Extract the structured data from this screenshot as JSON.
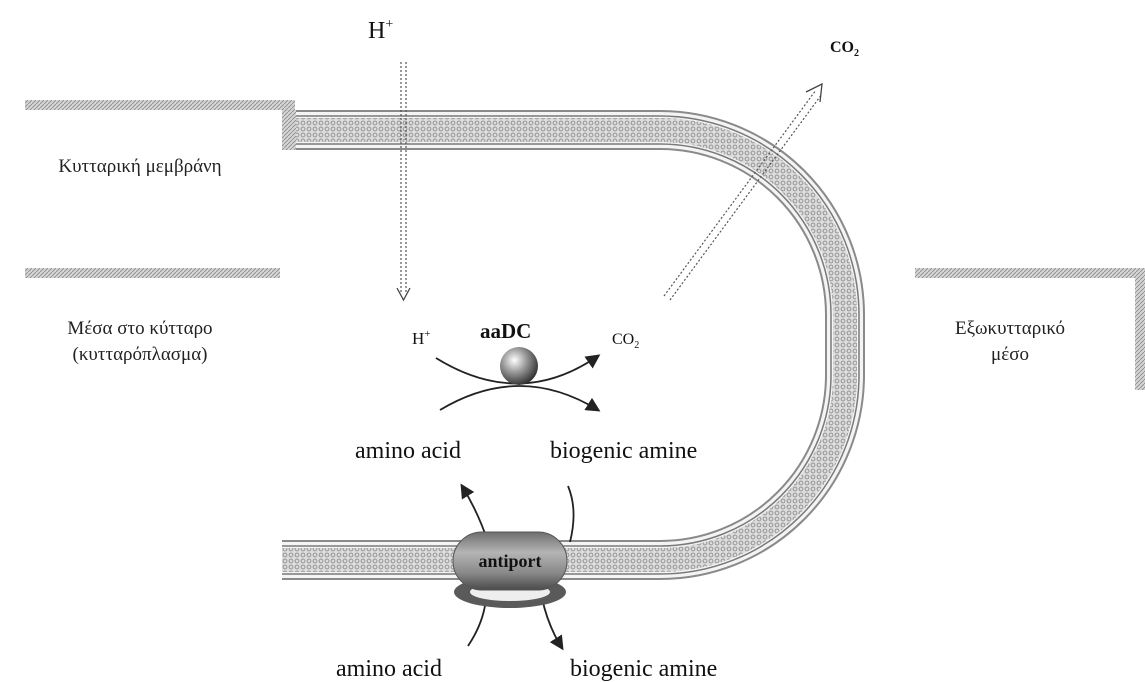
{
  "labels": {
    "cell_membrane": "Κυτταρική μεμβράνη",
    "inside_line1": "Μέσα στο κύτταρο",
    "inside_line2": "(κυτταρόπλασμα)",
    "outside_line1": "Εξωκυτταρικό",
    "outside_line2": "μέσο"
  },
  "species": {
    "h_plus_out": "H",
    "h_plus_out_sup": "+",
    "h_plus_in": "H",
    "h_plus_in_sup": "+",
    "co2_out": "CO",
    "co2_out_sub": "2",
    "co2_in": "CO",
    "co2_in_sub": "2",
    "amino_acid_in": "amino acid",
    "amine_in": "biogenic amine",
    "amino_acid_out": "amino acid",
    "amine_out": "biogenic amine"
  },
  "enzymes": {
    "decarboxylase": "aaDC",
    "transporter": "antiport"
  },
  "colors": {
    "membrane_fill": "#d9d9d9",
    "membrane_dot": "#9a9a9a",
    "membrane_line": "#7a7a7a",
    "arrow": "#222222",
    "antiport_body": "#8c8c8c"
  }
}
